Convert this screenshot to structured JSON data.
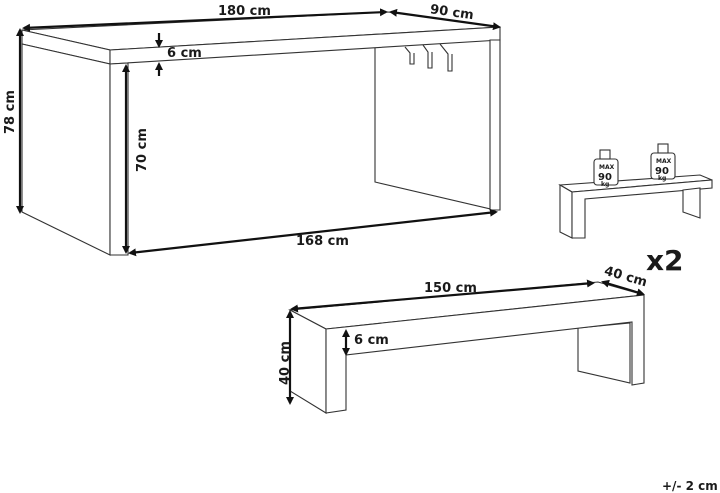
{
  "table": {
    "length": "180 cm",
    "depth": "90 cm",
    "top_thickness": "6 cm",
    "total_height": "78 cm",
    "leg_height": "70 cm",
    "inner_length": "168 cm"
  },
  "benches": {
    "quantity": "x2",
    "length": "150 cm",
    "depth": "40 cm",
    "top_thickness": "6 cm",
    "height": "40 cm"
  },
  "load_illustration": {
    "weights": [
      {
        "line1": "MAX",
        "line2": "90",
        "line3": "kg"
      },
      {
        "line1": "MAX",
        "line2": "90",
        "line3": "kg"
      }
    ]
  },
  "tolerance": "+/- 2 cm",
  "colors": {
    "line": "#333333",
    "dimension": "#111111",
    "background": "#ffffff"
  }
}
